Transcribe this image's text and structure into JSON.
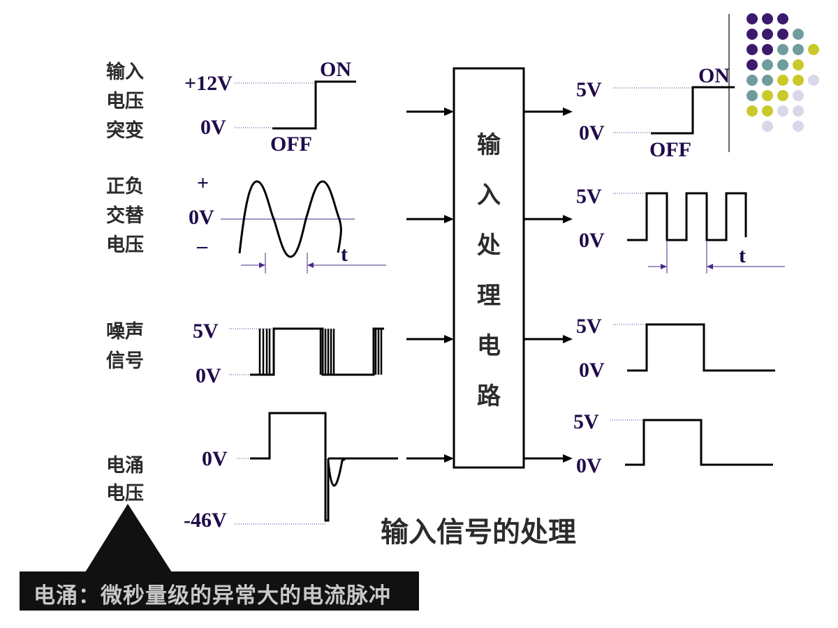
{
  "left_labels": {
    "step": [
      "输入",
      "电压",
      "突变"
    ],
    "ac": [
      "正负",
      "交替",
      "电压"
    ],
    "noise": [
      "噪声",
      "信号"
    ],
    "surge": [
      "电涌",
      "电压"
    ]
  },
  "left_axis": {
    "step_high": "+12V",
    "step_low": "0V",
    "ac_plus": "+",
    "ac_zero": "0V",
    "ac_minus": "–",
    "noise_high": "5V",
    "noise_low": "0V",
    "surge_zero": "0V",
    "surge_low": "-46V"
  },
  "states": {
    "on": "ON",
    "off": "OFF"
  },
  "period_label": "t",
  "center_box": {
    "chars": [
      "输",
      "入",
      "处",
      "理",
      "电",
      "路"
    ]
  },
  "right_axis": {
    "r1_high": "5V",
    "r1_low": "0V",
    "r2_high": "5V",
    "r2_low": "0V",
    "r3_high": "5V",
    "r3_low": "0V",
    "r4_high": "5V",
    "r4_low": "0V"
  },
  "title": "输入信号的处理",
  "note": "电涌：微秒量级的异常大的电流脉冲",
  "colors": {
    "dot_dark": "#3c1a6e",
    "dot_teal": "#6f9c9c",
    "dot_lime": "#c9c92a",
    "dot_light": "#d8d8ea",
    "axis_text": "#1f0a4a"
  }
}
